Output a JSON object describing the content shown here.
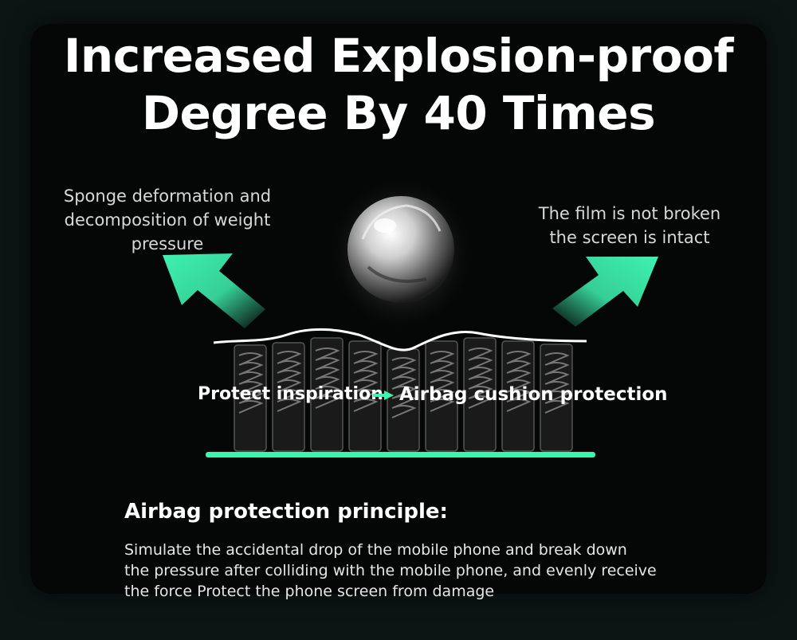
{
  "headline": {
    "line1": "Increased Explosion-proof",
    "line2": "Degree By 40 Times"
  },
  "left_note": {
    "line1": "Sponge deformation and",
    "line2": "decomposition of weight",
    "line3": "pressure"
  },
  "right_note": {
    "line1": "The film is not broken",
    "line2": "the screen is intact"
  },
  "diagram": {
    "label_from": "Protect inspiration",
    "label_to": "Airbag cushion protection"
  },
  "principle": {
    "heading": "Airbag protection principle:",
    "line1": "Simulate the accidental drop of the mobile phone and break down",
    "line2": "the pressure after colliding with the mobile phone, and evenly receive",
    "line3": "the force Protect the phone screen from damage"
  },
  "colors": {
    "accent": "#3ef2b0",
    "background": "#050606"
  }
}
